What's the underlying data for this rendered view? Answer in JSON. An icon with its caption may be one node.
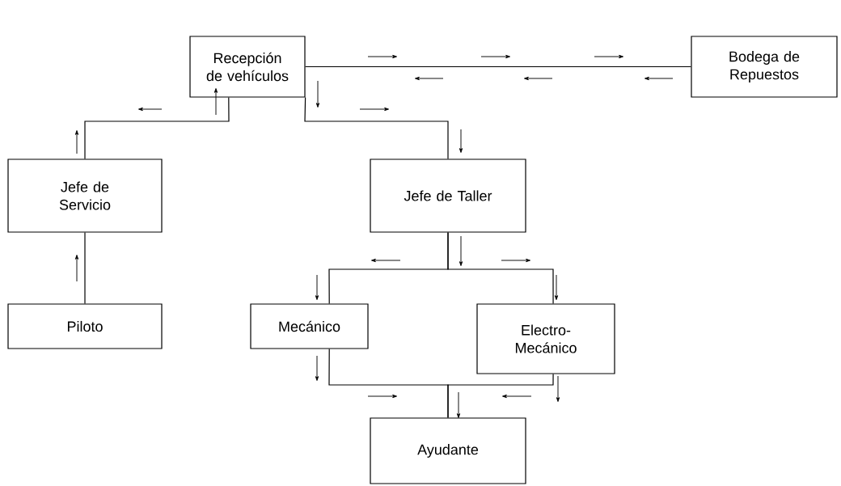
{
  "diagram": {
    "nodes": [
      {
        "text": [
          "Recepción de vehículos"
        ]
      },
      {
        "text": [
          "Bodega de Repuestos"
        ]
      },
      {
        "text": [
          "Jefe de Servicio"
        ]
      },
      {
        "text": [
          "Jefe de Taller"
        ]
      },
      {
        "text": [
          "Piloto"
        ]
      },
      {
        "text": [
          "Mecánico"
        ]
      },
      {
        "text": [
          "Electro- Mecánico"
        ]
      },
      {
        "text": [
          "Ayudante"
        ]
      }
    ],
    "edges": [
      {
        "from": 0,
        "to": 1,
        "arrow": "none"
      },
      {
        "from": 4,
        "to": 2,
        "arrow": "none"
      },
      {
        "from": 2,
        "to": 0,
        "arrow": "none"
      },
      {
        "from": 0,
        "to": 3,
        "arrow": "none"
      },
      {
        "from": 3,
        "to": 5,
        "arrow": "none"
      },
      {
        "from": 3,
        "to": 6,
        "arrow": "none"
      },
      {
        "from": 5,
        "to": 7,
        "arrow": "none"
      },
      {
        "from": 6,
        "to": 7,
        "arrow": "none"
      }
    ]
  }
}
